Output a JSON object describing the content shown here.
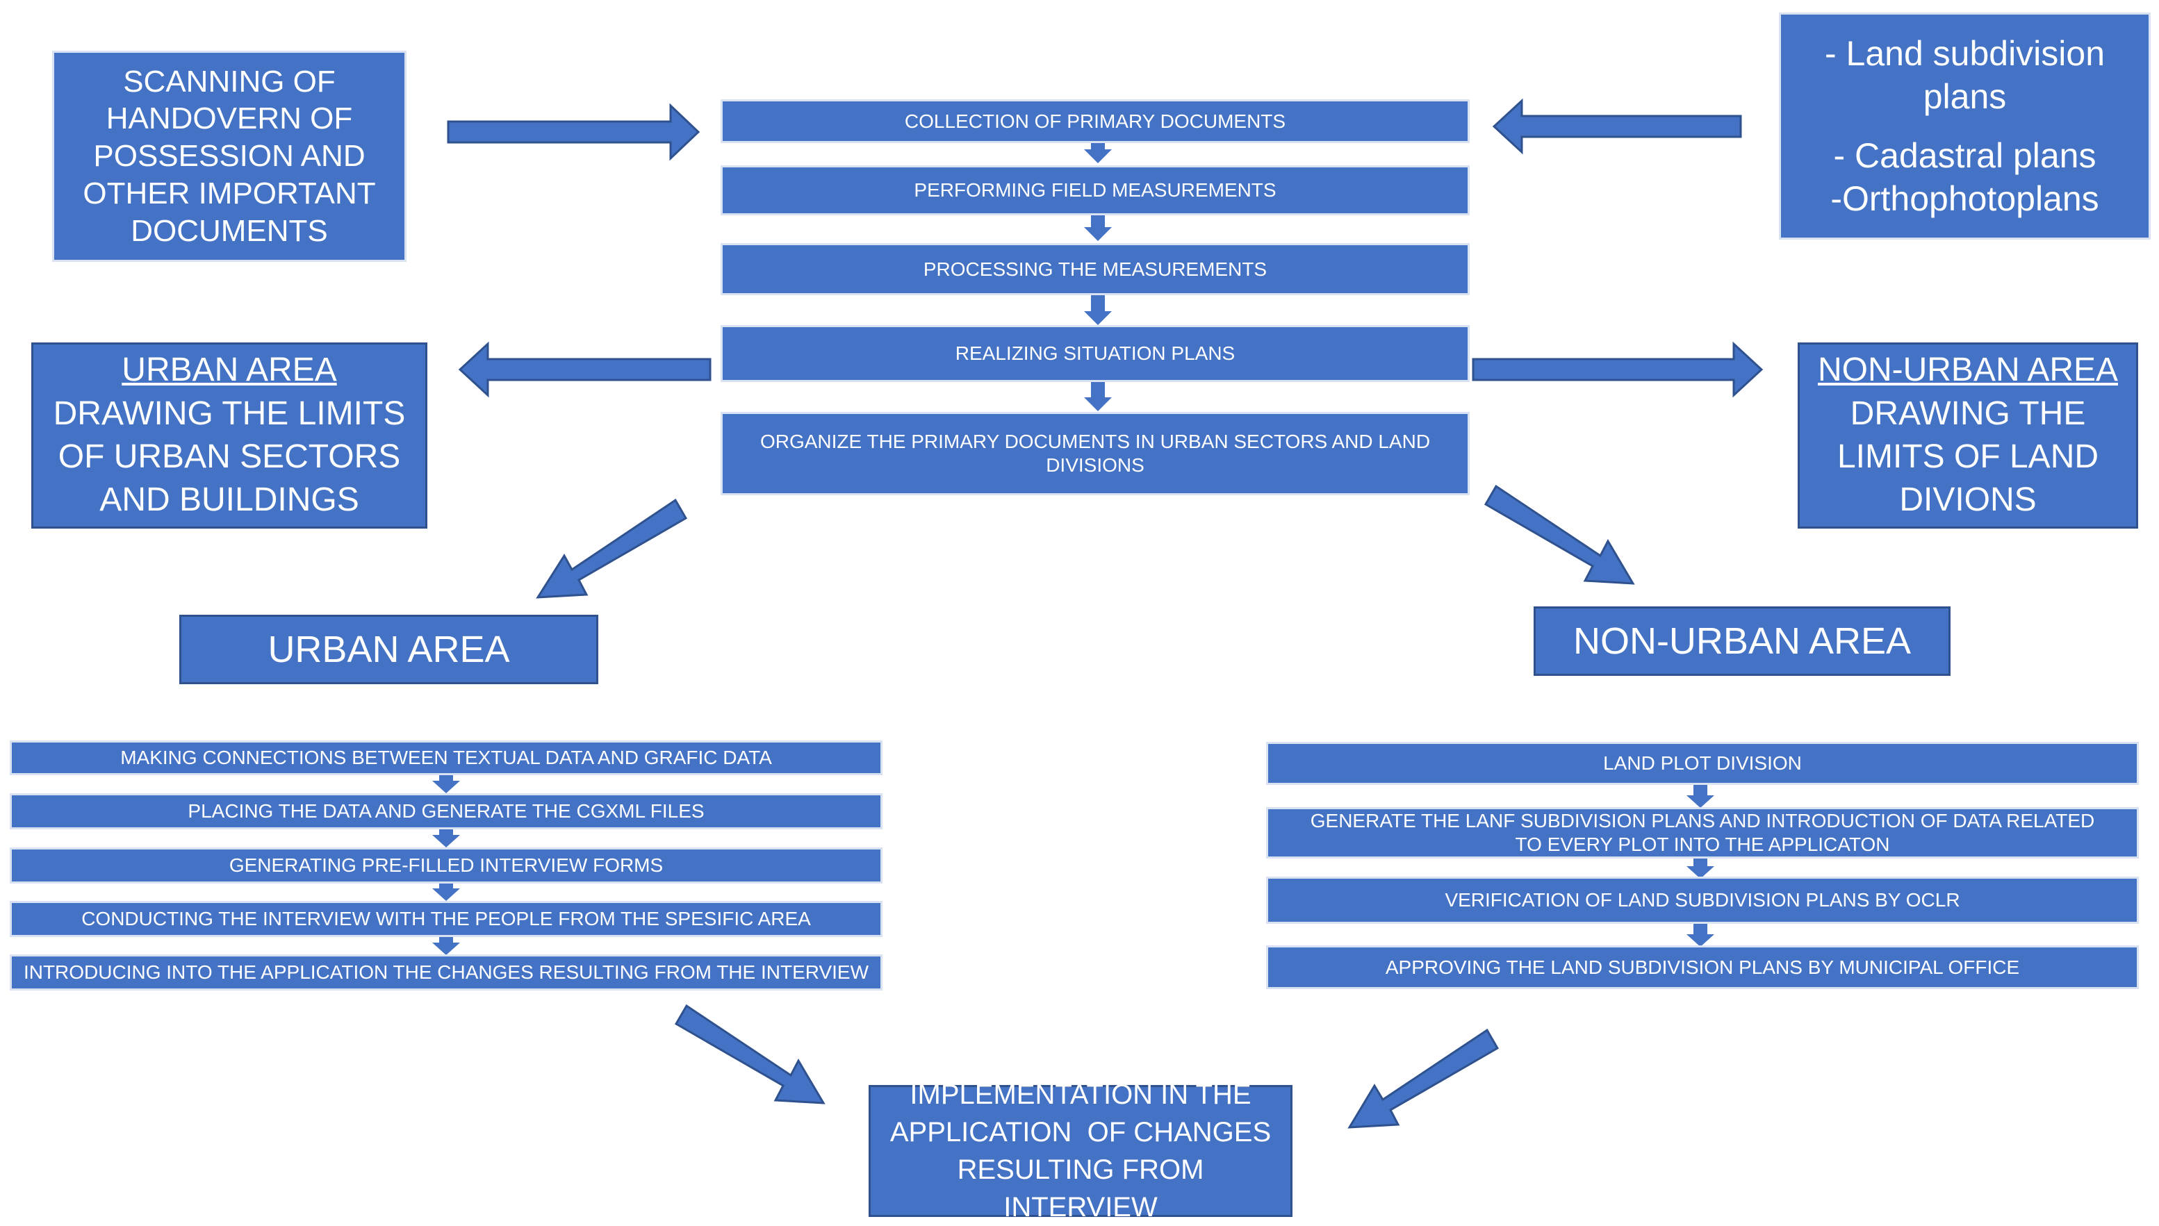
{
  "top_left": {
    "lines": [
      "SCANNING OF",
      "HANDOVERN OF",
      "POSSESSION AND",
      "OTHER IMPORTANT",
      "DOCUMENTS"
    ]
  },
  "top_right": {
    "lines": [
      "- Land subdivision",
      "plans",
      "- Cadastral plans",
      "-Orthophotoplans"
    ]
  },
  "center_steps": [
    "COLLECTION OF PRIMARY DOCUMENTS",
    "PERFORMING FIELD MEASUREMENTS",
    "PROCESSING THE MEASUREMENTS",
    "REALIZING SITUATION PLANS",
    "ORGANIZE THE PRIMARY DOCUMENTS  IN URBAN SECTORS AND LAND DIVISIONS"
  ],
  "urban_side": {
    "heading": "URBAN AREA",
    "lines": [
      "DRAWING THE LIMITS",
      "OF URBAN SECTORS",
      "AND BUILDINGS"
    ]
  },
  "nonurban_side": {
    "heading": "NON-URBAN AREA",
    "lines": [
      "DRAWING THE",
      "LIMITS OF LAND",
      "DIVIONS"
    ]
  },
  "urban_title": "URBAN AREA",
  "nonurban_title": "NON-URBAN AREA",
  "urban_steps": [
    "MAKING CONNECTIONS BETWEEN TEXTUAL DATA AND GRAFIC DATA",
    "PLACING THE DATA AND GENERATE THE CGXML FILES",
    "GENERATING PRE-FILLED INTERVIEW FORMS",
    "CONDUCTING THE INTERVIEW WITH THE PEOPLE FROM THE SPESIFIC AREA",
    "INTRODUCING INTO THE APPLICATION THE CHANGES RESULTING FROM THE INTERVIEW"
  ],
  "nonurban_steps": [
    "LAND PLOT DIVISION",
    "GENERATE THE LANF SUBDIVISION PLANS AND INTRODUCTION OF DATA RELATED TO EVERY PLOT INTO THE APPLICATON",
    "VERIFICATION OF LAND SUBDIVISION PLANS BY OCLR",
    "APPROVING THE LAND SUBDIVISION PLANS BY MUNICIPAL OFFICE"
  ],
  "final": {
    "lines": [
      "IMPLEMENTATION IN THE",
      "APPLICATION  OF CHANGES",
      "RESULTING FROM INTERVIEW"
    ]
  },
  "colors": {
    "box_fill": "#4472C4",
    "box_border": "#2F528F",
    "text": "#ffffff"
  }
}
